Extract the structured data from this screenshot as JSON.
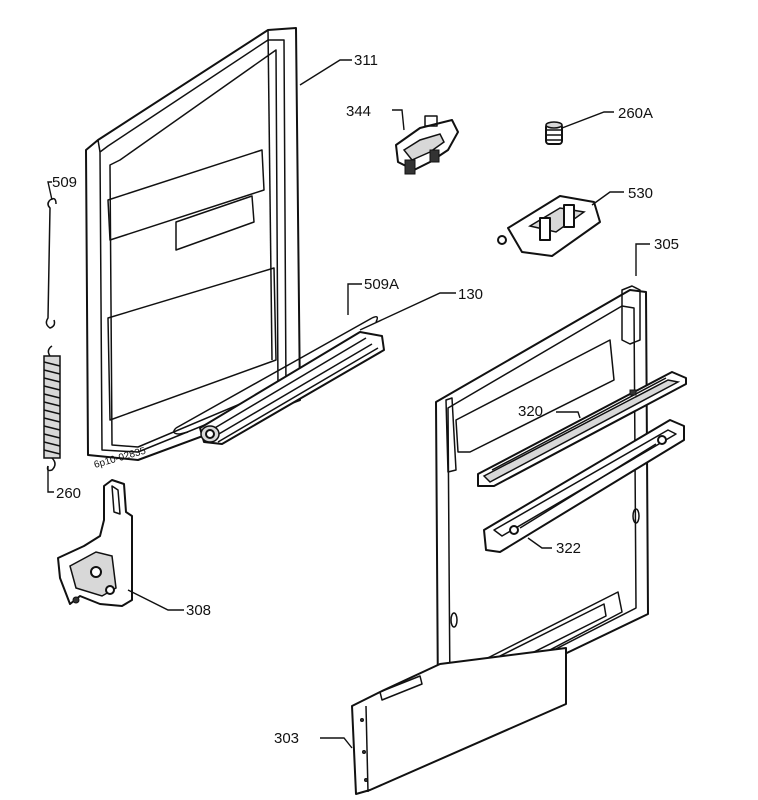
{
  "diagram": {
    "labels": {
      "p311": "311",
      "p344": "344",
      "p260a": "260A",
      "p530": "530",
      "p305": "305",
      "p509": "509",
      "p509a": "509A",
      "p130": "130",
      "p320": "320",
      "p322": "322",
      "p260": "260",
      "p308": "308",
      "p303": "303"
    },
    "drawing_number": "6p10-02835"
  }
}
